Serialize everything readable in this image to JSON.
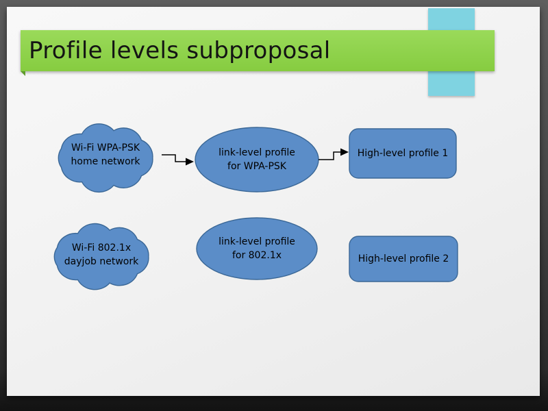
{
  "title": "Profile levels subproposal",
  "nodes": {
    "cloud_wpa": {
      "label": "Wi-Fi WPA-PSK\nhome network"
    },
    "ellipse_wpa": {
      "label": "link-level profile\nfor WPA-PSK"
    },
    "rect_profile1": {
      "label": "High-level profile 1"
    },
    "cloud_8021x": {
      "label": "Wi-Fi 802.1x\ndayjob network"
    },
    "ellipse_8021x": {
      "label": "link-level profile\nfor 802.1x"
    },
    "rect_profile2": {
      "label": "High-level profile 2"
    }
  },
  "colors": {
    "banner_green": "#8bd24a",
    "tab_cyan": "#7fd3e1",
    "shape_fill": "#5b8dc8",
    "shape_stroke": "#3a6796",
    "connector_black": "#000000"
  }
}
